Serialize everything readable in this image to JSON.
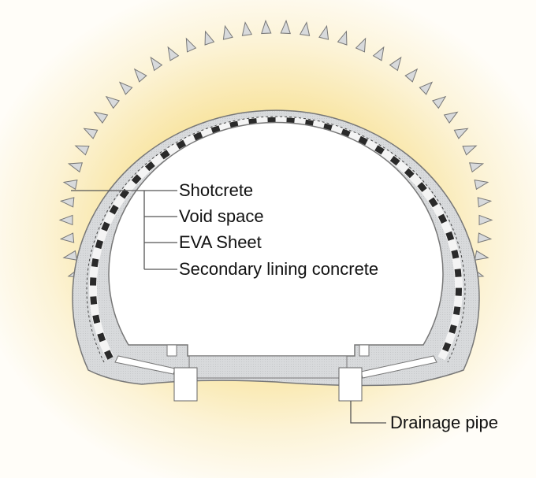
{
  "labels": {
    "shotcrete": "Shotcrete",
    "void_space": "Void space",
    "eva_sheet": "EVA Sheet",
    "secondary_lining": "Secondary lining concrete",
    "drainage_pipe": "Drainage pipe"
  },
  "colors": {
    "ground": "#f6d978",
    "concrete": "#d9dbdd",
    "eva": "#2a2a2a",
    "line": "#555555"
  }
}
